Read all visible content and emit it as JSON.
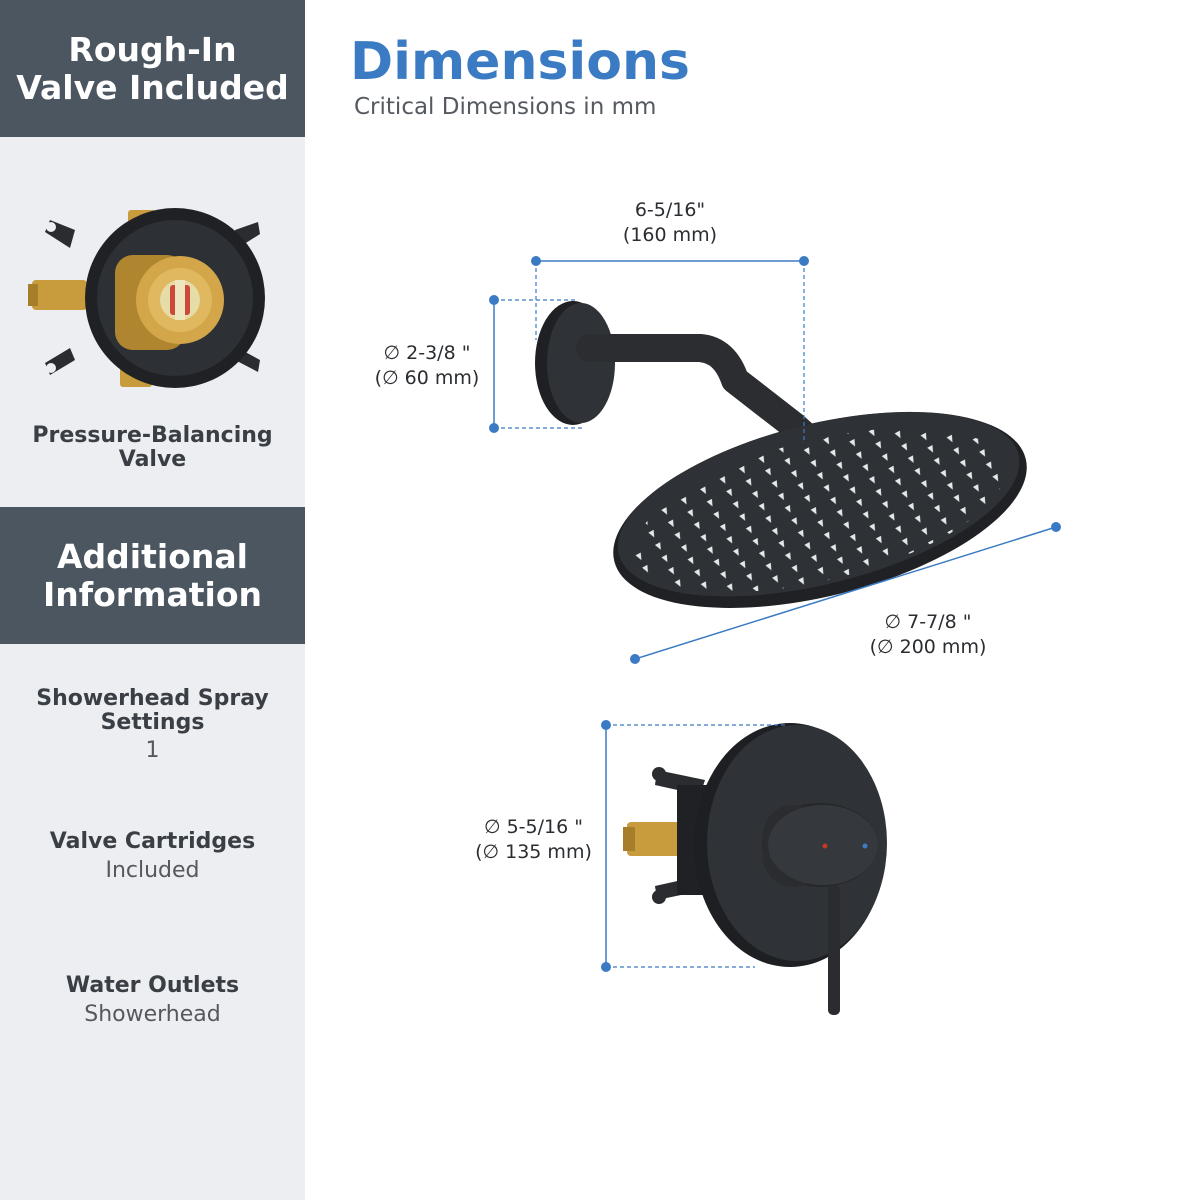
{
  "sidebar": {
    "rough_in_title": "Rough-In\nValve Included",
    "valve_label": "Pressure-Balancing\nValve",
    "additional_title": "Additional\nInformation",
    "specs": [
      {
        "label": "Showerhead Spray\nSettings",
        "value": "1"
      },
      {
        "label": "Valve Cartridges",
        "value": "Included"
      },
      {
        "label": "Water Outlets",
        "value": "Showerhead"
      }
    ]
  },
  "header": {
    "title": "Dimensions",
    "subtitle": "Critical Dimensions in mm"
  },
  "dimensions": {
    "arm_length": {
      "imperial": "6-5/16\"",
      "metric": "(160 mm)"
    },
    "flange_diameter": {
      "imperial": "∅ 2-3/8 \"",
      "metric": "(∅ 60 mm)"
    },
    "showerhead_diameter": {
      "imperial": "∅ 7-7/8 \"",
      "metric": "(∅ 200 mm)"
    },
    "trim_diameter": {
      "imperial": "∅ 5-5/16 \"",
      "metric": "(∅ 135 mm)"
    }
  },
  "colors": {
    "accent_blue": "#3b7bc3",
    "sidebar_band": "#4b5660",
    "sidebar_bg": "#eceef2",
    "fixture_black": "#2b2d30",
    "brass": "#c89b3c"
  }
}
